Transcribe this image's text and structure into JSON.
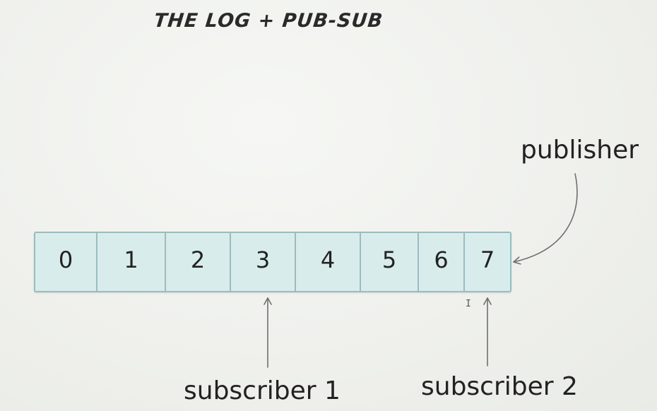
{
  "title": "THE LOG + PUB-SUB",
  "log": {
    "cells": [
      "0",
      "1",
      "2",
      "3",
      "4",
      "5",
      "6",
      "7"
    ],
    "fill_color": "#d9ecec",
    "border_color": "#9bbcbd"
  },
  "publisher": {
    "label": "publisher",
    "points_to_index": 7
  },
  "subscribers": [
    {
      "label": "subscriber 1",
      "points_to_index": 3
    },
    {
      "label": "subscriber 2",
      "points_to_index": 7
    }
  ],
  "arrow_color": "#6f6f6f"
}
